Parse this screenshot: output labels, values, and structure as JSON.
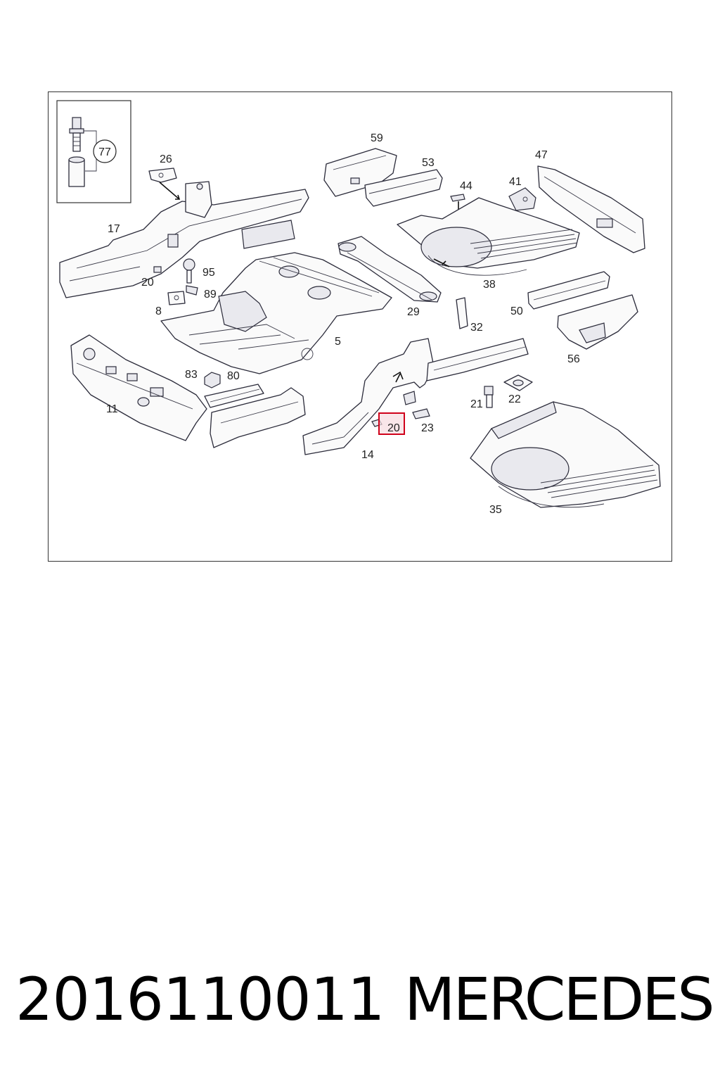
{
  "diagram": {
    "inset_label": "77",
    "highlight_color": "#d0021b",
    "callouts": [
      {
        "id": "c59",
        "text": "59"
      },
      {
        "id": "c53",
        "text": "53"
      },
      {
        "id": "c47",
        "text": "47"
      },
      {
        "id": "c26",
        "text": "26"
      },
      {
        "id": "c44",
        "text": "44"
      },
      {
        "id": "c41",
        "text": "41"
      },
      {
        "id": "c17",
        "text": "17"
      },
      {
        "id": "c95",
        "text": "95"
      },
      {
        "id": "c38",
        "text": "38"
      },
      {
        "id": "c20a",
        "text": "20"
      },
      {
        "id": "c89",
        "text": "89"
      },
      {
        "id": "c8",
        "text": "8"
      },
      {
        "id": "c29",
        "text": "29"
      },
      {
        "id": "c50",
        "text": "50"
      },
      {
        "id": "c32",
        "text": "32"
      },
      {
        "id": "c5",
        "text": "5"
      },
      {
        "id": "c56",
        "text": "56"
      },
      {
        "id": "c83",
        "text": "83"
      },
      {
        "id": "c80",
        "text": "80"
      },
      {
        "id": "c11",
        "text": "11"
      },
      {
        "id": "c21",
        "text": "21"
      },
      {
        "id": "c22",
        "text": "22"
      },
      {
        "id": "c23",
        "text": "23"
      },
      {
        "id": "c14",
        "text": "14"
      },
      {
        "id": "c35",
        "text": "35"
      }
    ],
    "highlighted_callout": "20"
  },
  "footer": {
    "part_number": "2016110011",
    "brand": "MERCEDES"
  }
}
